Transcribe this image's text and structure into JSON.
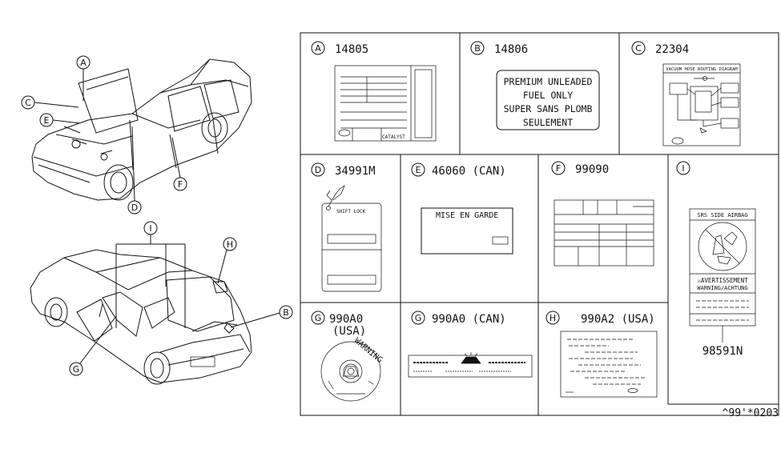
{
  "callouts": {
    "A": "A",
    "B": "B",
    "C": "C",
    "D": "D",
    "E": "E",
    "F": "F",
    "G": "G",
    "H": "H",
    "I": "I"
  },
  "parts": {
    "A": {
      "letter": "A",
      "number": "14805",
      "catalyst_text": "CATALYST"
    },
    "B": {
      "letter": "B",
      "number": "14806",
      "lines": [
        "PREMIUM UNLEADED",
        "FUEL ONLY",
        "SUPER SANS PLOMB",
        "SEULEMENT"
      ]
    },
    "C": {
      "letter": "C",
      "number": "22304",
      "title": "VACUUM HOSE ROUTING DIAGRAM"
    },
    "D": {
      "letter": "D",
      "number": "34991M",
      "title": "SHIFT LOCK"
    },
    "E": {
      "letter": "E",
      "number": "46060 (CAN)",
      "title": "MISE EN GARDE"
    },
    "F": {
      "letter": "F",
      "number": "99090"
    },
    "G1": {
      "letter": "G",
      "number": "990A0",
      "sub": "(USA)",
      "ring_text": "WARNING"
    },
    "G2": {
      "letter": "G",
      "number": "990A0 (CAN)"
    },
    "H": {
      "letter": "H",
      "number": "990A2 (USA)"
    },
    "I": {
      "letter": "I",
      "number": "98591N",
      "title": "SRS SIDE AIRBAG",
      "warn1": "⚠AVERTISSEMENT",
      "warn2": "WARNING/ACHTUNG"
    }
  },
  "footer_code": "^99'*0203"
}
